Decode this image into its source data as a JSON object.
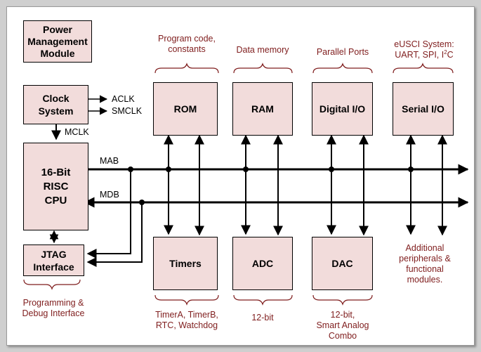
{
  "blocks": {
    "power": "Power\nManagement\nModule",
    "clock": "Clock\nSystem",
    "cpu": "16-Bit\nRISC\nCPU",
    "jtag": "JTAG\nInterface",
    "rom": "ROM",
    "ram": "RAM",
    "dio": "Digital I/O",
    "sio": "Serial I/O",
    "timers": "Timers",
    "adc": "ADC",
    "dac": "DAC"
  },
  "signals": {
    "aclk": "ACLK",
    "smclk": "SMCLK",
    "mclk": "MCLK",
    "mab": "MAB",
    "mdb": "MDB"
  },
  "labels": {
    "rom_top": "Program code,\nconstants",
    "ram_top": "Data memory",
    "dio_top": "Parallel Ports",
    "sio_top_line1": "eUSCI System:",
    "sio_top_line2": "UART, SPI, I",
    "sio_top_sup": "2",
    "sio_top_tail": "C",
    "timers_bottom": "TimerA, TimerB,\nRTC, Watchdog",
    "adc_bottom": "12-bit",
    "dac_bottom": "12-bit,\nSmart Analog\nCombo",
    "additional": "Additional\nperipherals &\nfunctional\nmodules.",
    "jtag_bottom": "Programming &\nDebug Interface"
  },
  "colors": {
    "block_fill": "#f2dcdb",
    "label_text": "#7f1d1d",
    "bracket": "#7f1d1d"
  }
}
